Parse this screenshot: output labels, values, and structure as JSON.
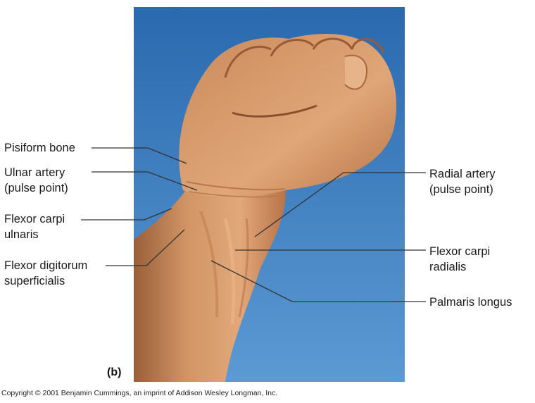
{
  "labels": {
    "pisiform": "Pisiform bone",
    "ulnar_artery": "Ulnar artery\n(pulse point)",
    "fcu": "Flexor carpi\nulnaris",
    "fds": "Flexor digitorum\nsuperficialis",
    "radial_artery": "Radial artery\n(pulse point)",
    "fcr": "Flexor carpi\nradialis",
    "palmaris": "Palmaris longus"
  },
  "panel_letter": "(b)",
  "copyright": "Copyright © 2001 Benjamin Cummings, an imprint of Addison Wesley Longman, Inc.",
  "colors": {
    "sky_top": "#2f6fb3",
    "sky_bottom": "#5b9ad6",
    "skin": "#d89a6a",
    "skin_shadow": "#a8673f",
    "leader": "#333333"
  }
}
